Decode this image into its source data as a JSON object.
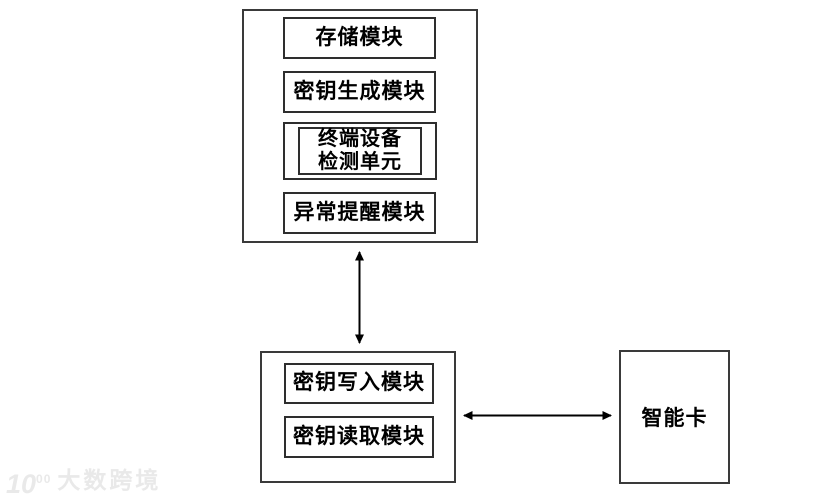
{
  "colors": {
    "background": "#ffffff",
    "box_border": "#333333",
    "arrow": "#000000",
    "text": "#000000",
    "watermark": "#e9e9e9"
  },
  "diagram": {
    "main_unit": {
      "modules": {
        "storage": "存储模块",
        "key_generation": "密钥生成模块",
        "terminal_detection_line1": "终端设备",
        "terminal_detection_line2": "检测单元",
        "abnormal_alert": "异常提醒模块"
      }
    },
    "card_interface_unit": {
      "modules": {
        "key_write": "密钥写入模块",
        "key_read": "密钥读取模块"
      }
    },
    "smart_card": {
      "label": "智能卡"
    },
    "connections": [
      {
        "from": "main_unit",
        "to": "card_interface_unit",
        "type": "bidirectional",
        "orientation": "vertical"
      },
      {
        "from": "card_interface_unit",
        "to": "smart_card",
        "type": "bidirectional",
        "orientation": "horizontal"
      }
    ]
  },
  "watermark": {
    "logo_base": "10",
    "logo_sup": "00",
    "text": "大数跨境"
  }
}
